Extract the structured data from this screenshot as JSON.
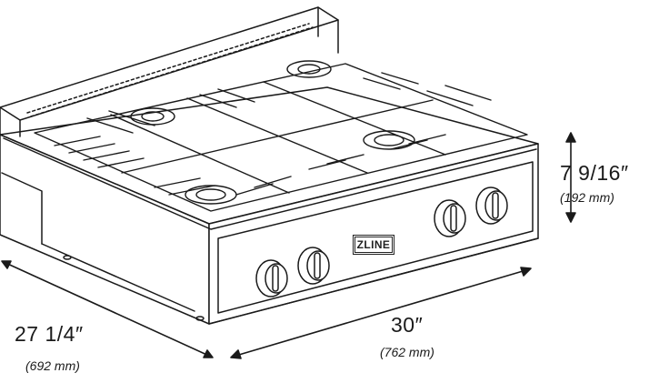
{
  "diagram": {
    "subject": "stove",
    "brand": "ZLINE",
    "dimensions": {
      "height": {
        "imperial": "7 9/16″",
        "metric": "(192 mm)"
      },
      "width": {
        "imperial": "30″",
        "metric": "(762 mm)"
      },
      "depth": {
        "imperial": "27 1/4″",
        "metric": "(692 mm)"
      }
    }
  }
}
